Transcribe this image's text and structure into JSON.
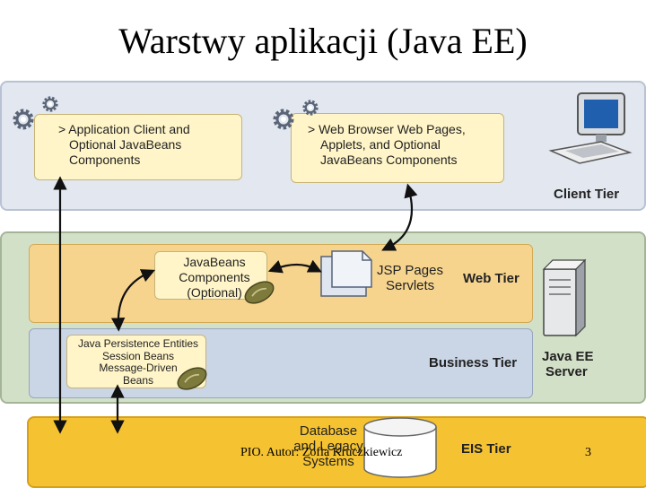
{
  "title": "Warstwy aplikacji (Java EE)",
  "client_tier": {
    "label": "Client Tier",
    "app_client_lines": [
      "> Application Client and",
      "Optional JavaBeans",
      "Components"
    ],
    "browser_lines": [
      "> Web Browser Web Pages,",
      "Applets, and Optional",
      "JavaBeans Components"
    ]
  },
  "web_tier": {
    "label": "Web Tier",
    "javabeans_lines": [
      "JavaBeans",
      "Components",
      "(Optional)"
    ],
    "jsp_lines": [
      "JSP Pages",
      "Servlets"
    ]
  },
  "business_tier": {
    "label": "Business Tier",
    "persistence_lines": [
      "Java Persistence Entities",
      "Session Beans",
      "Message-Driven",
      "Beans"
    ]
  },
  "server": {
    "label_lines": [
      "Java EE",
      "Server"
    ]
  },
  "eis_tier": {
    "label": "EIS Tier",
    "database_lines": [
      "Database",
      "and Legacy",
      "Systems"
    ]
  },
  "footer": {
    "text": "PIO. Autor: Zofia Kruczkiewicz",
    "page": "3"
  },
  "colors": {
    "client_bg": "#e2e7f0",
    "server_bg": "#d3e0c8",
    "web_bg": "#f6d48e",
    "business_bg": "#cad5e6",
    "eis_bg": "#f5c231",
    "gear": "#5a6577",
    "bean": "#7d7a3c"
  },
  "icons": [
    "gear-icon",
    "monitor-icon",
    "server-icon",
    "document-icon",
    "bean-icon",
    "database-icon"
  ]
}
